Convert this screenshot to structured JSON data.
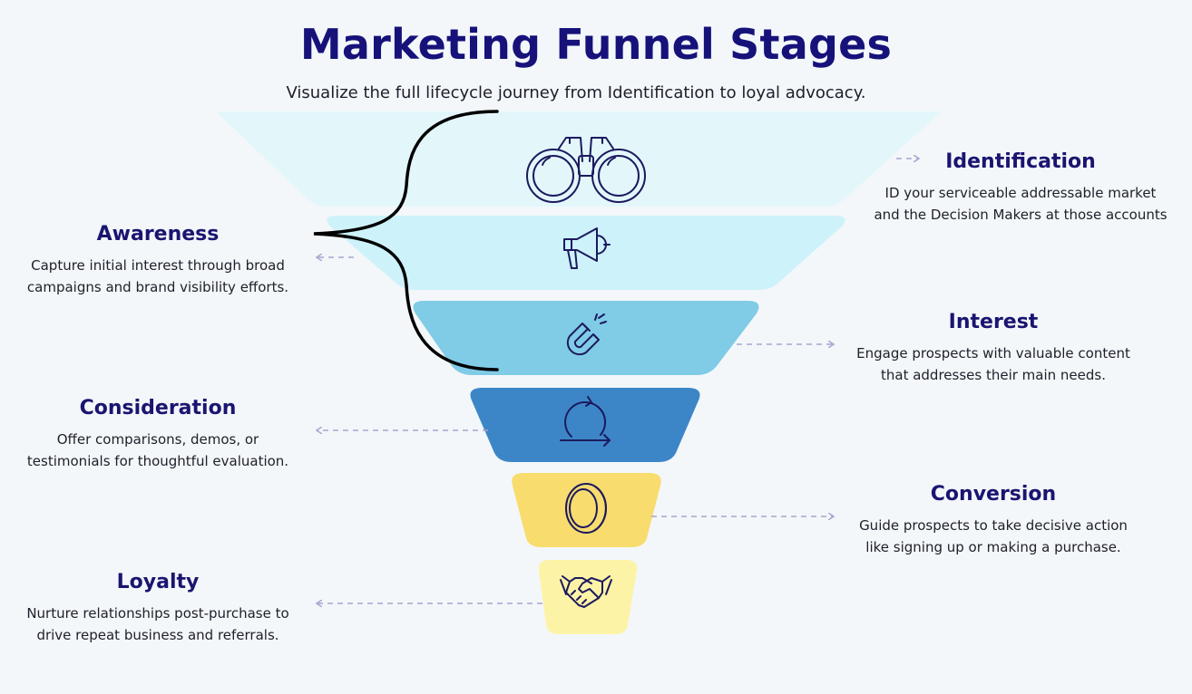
{
  "header": {
    "title": "Marketing Funnel Stages",
    "subtitle": "Visualize the full lifecycle journey from Identification to loyal advocacy."
  },
  "stages": [
    {
      "key": "identification",
      "title": "Identification",
      "description": "ID your serviceable addressable market\nand the Decision Makers at those accounts",
      "side": "right",
      "icon": "binoculars-icon",
      "color": "#e3f7fb"
    },
    {
      "key": "awareness",
      "title": "Awareness",
      "description": "Capture initial interest through broad\ncampaigns and brand visibility efforts.",
      "side": "left",
      "icon": "megaphone-icon",
      "color": "#cdf2fa"
    },
    {
      "key": "interest",
      "title": "Interest",
      "description": "Engage prospects with valuable content\nthat addresses their main needs.",
      "side": "right",
      "icon": "magnet-icon",
      "color": "#80cbe6"
    },
    {
      "key": "consideration",
      "title": "Consideration",
      "description": "Offer comparisons, demos, or\ntestimonials for thoughtful evaluation.",
      "side": "left",
      "icon": "cycle-arrow-icon",
      "color": "#3c86c8"
    },
    {
      "key": "conversion",
      "title": "Conversion",
      "description": "Guide prospects to take decisive action\nlike signing up or making a purchase.",
      "side": "right",
      "icon": "coin-icon",
      "color": "#f8dc6e"
    },
    {
      "key": "loyalty",
      "title": "Loyalty",
      "description": "Nurture relationships post-purchase to\ndrive repeat business and referrals.",
      "side": "left",
      "icon": "handshake-icon",
      "color": "#fdf3a6"
    }
  ],
  "colors": {
    "title": "#16127a",
    "icon_stroke": "#1c1a5e",
    "connector": "#a9a4cf",
    "brace": "#000000"
  }
}
